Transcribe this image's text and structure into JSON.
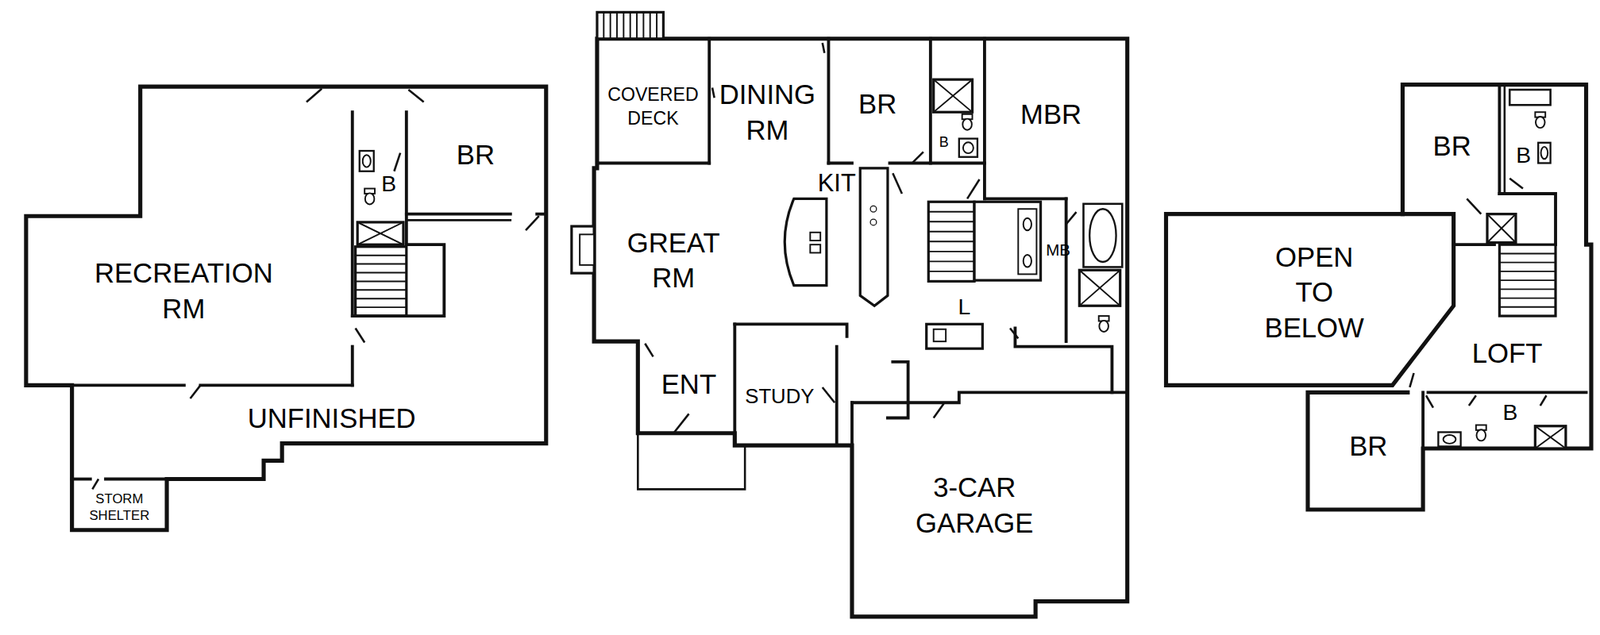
{
  "diagram": {
    "labels": [
      "RECREATION RM",
      "B",
      "BR",
      "UNFINISHED",
      "STORM SHELTER",
      "COVERED DECK",
      "DINING RM",
      "BR",
      "B",
      "MBR",
      "KIT",
      "GREAT RM",
      "MB",
      "L",
      "ENT",
      "STUDY",
      "3-CAR GARAGE",
      "BR",
      "B",
      "OPEN TO BELOW",
      "LOFT",
      "BR",
      "B"
    ]
  }
}
